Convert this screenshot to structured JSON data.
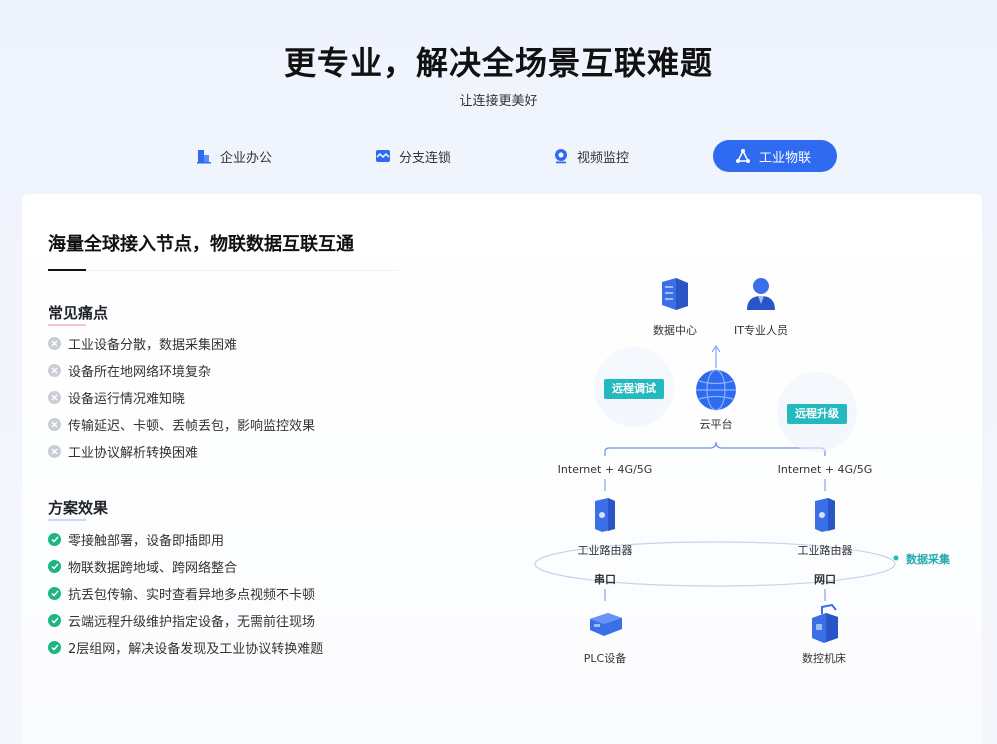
{
  "hero": {
    "title": "更专业，解决全场景互联难题",
    "subtitle": "让连接更美好"
  },
  "tabs": [
    {
      "label": "企业办公",
      "icon": "building-icon",
      "active": false
    },
    {
      "label": "分支连锁",
      "icon": "store-icon",
      "active": false
    },
    {
      "label": "视频监控",
      "icon": "camera-icon",
      "active": false
    },
    {
      "label": "工业物联",
      "icon": "network-nodes-icon",
      "active": true
    }
  ],
  "panel": {
    "title": "海量全球接入节点，物联数据互联互通",
    "pain": {
      "title": "常见痛点",
      "items": [
        "工业设备分散，数据采集困难",
        "设备所在地网络环境复杂",
        "设备运行情况难知晓",
        "传输延迟、卡顿、丢帧丢包，影响监控效果",
        "工业协议解析转换困难"
      ]
    },
    "solution": {
      "title": "方案效果",
      "items": [
        "零接触部署，设备即插即用",
        "物联数据跨地域、跨网络整合",
        "抗丢包传输、实时查看异地多点视频不卡顿",
        "云端远程升级维护指定设备，无需前往现场",
        "2层组网，解决设备发现及工业协议转换难题"
      ]
    }
  },
  "diagram": {
    "data_center": "数据中心",
    "it_staff": "IT专业人员",
    "cloud": "云平台",
    "remote_debug": "远程调试",
    "remote_upgrade": "远程升级",
    "link_left": "Internet + 4G/5G",
    "link_right": "Internet + 4G/5G",
    "router_left": "工业路由器",
    "router_right": "工业路由器",
    "port_left": "串口",
    "port_right": "网口",
    "device_left": "PLC设备",
    "device_right": "数控机床",
    "data_collect": "数据采集"
  },
  "colors": {
    "accent": "#2f6bf0",
    "teal": "#23b9be",
    "ok": "#1db67e",
    "muted": "#c9cdd4"
  }
}
